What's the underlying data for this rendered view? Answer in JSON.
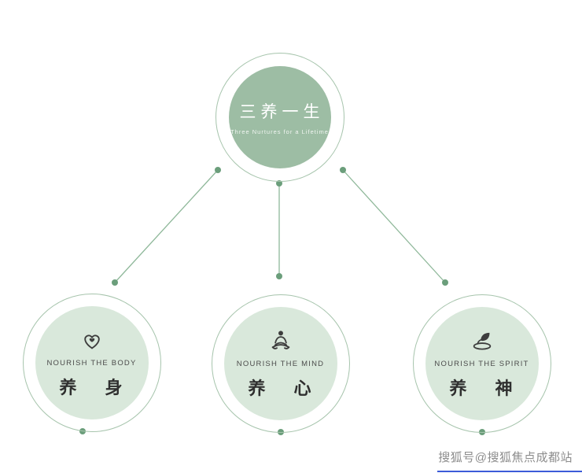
{
  "diagram": {
    "root": {
      "title": "三养一生",
      "subtitle": "Three Nurtures for a Lifetime"
    },
    "nodes": [
      {
        "id": "body",
        "icon": "heart-care-icon",
        "label_en": "NOURISH THE BODY",
        "label_zh": "养 身"
      },
      {
        "id": "mind",
        "icon": "meditation-icon",
        "label_en": "NOURISH THE MIND",
        "label_zh": "养 心"
      },
      {
        "id": "spirit",
        "icon": "leaf-dish-icon",
        "label_en": "NOURISH THE SPIRIT",
        "label_zh": "养 神"
      }
    ]
  },
  "watermark": {
    "text": "搜狐号@搜狐焦点成都站"
  },
  "colors": {
    "root_fill": "#9dbda4",
    "node_fill": "#d9e8db",
    "ring_stroke": "#a6c4ac",
    "connector_line": "#8fb89a",
    "connector_dot": "#6b9e7b",
    "icon_ink": "#3d3d3d",
    "watermark_text": "#8c8c8c",
    "watermark_underline": "#3c5bd8"
  }
}
